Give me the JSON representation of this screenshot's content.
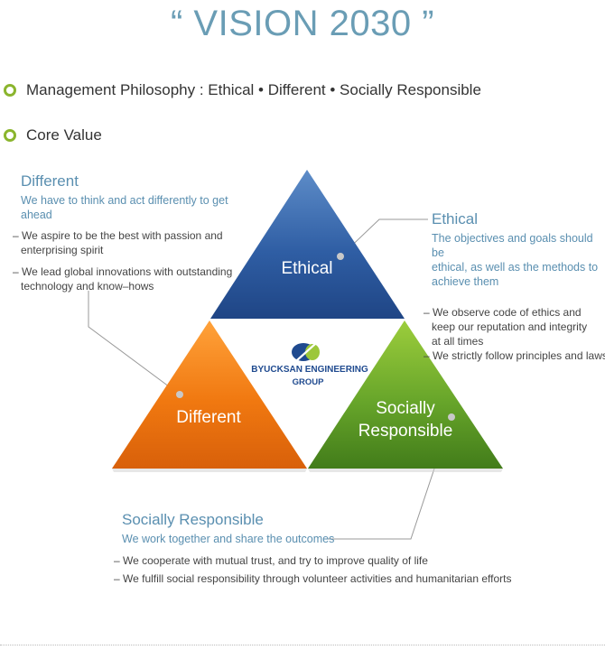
{
  "title": "“ VISION 2030 ”",
  "philosophy": {
    "label": "Management Philosophy : Ethical • Different • Socially Responsible"
  },
  "core_value": {
    "label": "Core Value"
  },
  "triangles": {
    "ethical": "Ethical",
    "different": "Different",
    "social_line1": "Socially",
    "social_line2": "Responsible"
  },
  "logo": {
    "line1": "BYUCKSAN ENGINEERING",
    "line2": "GROUP"
  },
  "different": {
    "title": "Different",
    "subtitle": "We have to think and act differently to get ahead",
    "items": [
      [
        "– We aspire to be the best with passion and",
        "enterprising spirit"
      ],
      [
        "– We lead global innovations with outstanding",
        "technology and know–hows"
      ]
    ]
  },
  "ethical": {
    "title": "Ethical",
    "subtitle": [
      "The objectives and goals should be",
      "ethical, as well as the methods to",
      "achieve them"
    ],
    "items": [
      [
        "– We observe code of ethics and",
        "keep our reputation and integrity",
        "at all times"
      ],
      [
        "– We strictly follow principles and laws"
      ]
    ]
  },
  "social": {
    "title": "Socially Responsible",
    "subtitle": "We work together and share the outcomes",
    "items": [
      "– We cooperate with mutual trust, and try to improve quality of life",
      "– We fulfill social responsibility through volunteer activities and humanitarian efforts"
    ]
  },
  "colors": {
    "title": "#6a9db5",
    "accent_text": "#5a8fb0",
    "bullet": "#8bb52e",
    "ethical_triangle": "#2a5597",
    "different_triangle": "#ec6d0f",
    "social_triangle": "#5a9423"
  }
}
